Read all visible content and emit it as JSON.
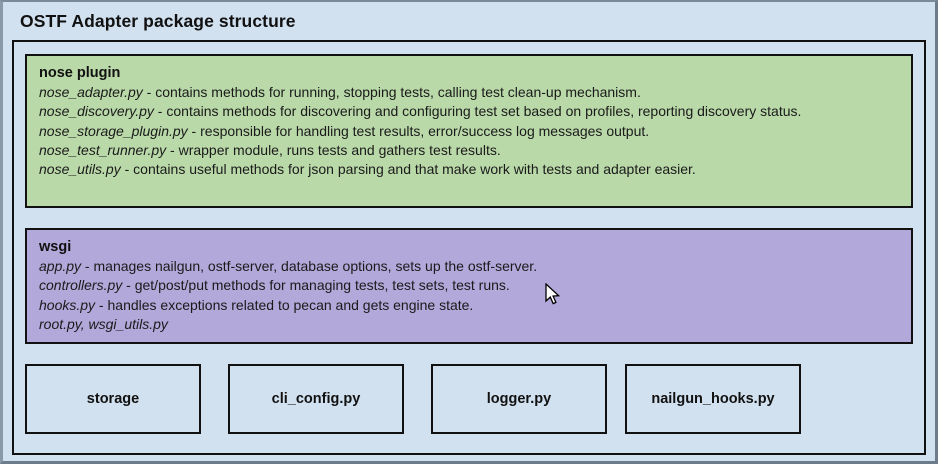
{
  "diagram": {
    "title": "OSTF Adapter package structure",
    "colors": {
      "canvas_background": "#d2e1f0",
      "nose_plugin": "#bad9a9",
      "wsgi": "#b3a8da",
      "leaf_box": "#d2e1f0",
      "border": "#111111"
    },
    "groups": [
      {
        "name": "nose plugin",
        "modules": [
          {
            "module": "nose_adapter.py",
            "separator": " - ",
            "description": "contains methods for running, stopping tests, calling test clean-up mechanism."
          },
          {
            "module": "nose_discovery.py",
            "separator": " - ",
            "description": "contains methods for discovering and configuring test set based on profiles, reporting discovery status."
          },
          {
            "module": "nose_storage_plugin.py",
            "separator": " - ",
            "description": "responsible for handling test results, error/success log messages output."
          },
          {
            "module": "nose_test_runner.py",
            "separator": " - ",
            "description": "wrapper module, runs tests and gathers test results."
          },
          {
            "module": "nose_utils.py",
            "separator": " - ",
            "description": "contains useful methods for json parsing and  that make work with tests and adapter easier."
          }
        ]
      },
      {
        "name": "wsgi",
        "modules": [
          {
            "module": "app.py",
            "separator": " - ",
            "description": "manages nailgun, ostf-server, database options, sets up the ostf-server."
          },
          {
            "module": "controllers.py",
            "separator": " - ",
            "description": "get/post/put methods for managing tests, test sets, test runs."
          },
          {
            "module": "hooks.py",
            "separator": " - ",
            "description": "handles exceptions related to pecan and gets engine state."
          },
          {
            "module": "root.py, wsgi_utils.py",
            "separator": "",
            "description": ""
          }
        ]
      }
    ],
    "leaf_modules": [
      {
        "label": "storage"
      },
      {
        "label": "cli_config.py"
      },
      {
        "label": "logger.py"
      },
      {
        "label": "nailgun_hooks.py"
      }
    ]
  }
}
